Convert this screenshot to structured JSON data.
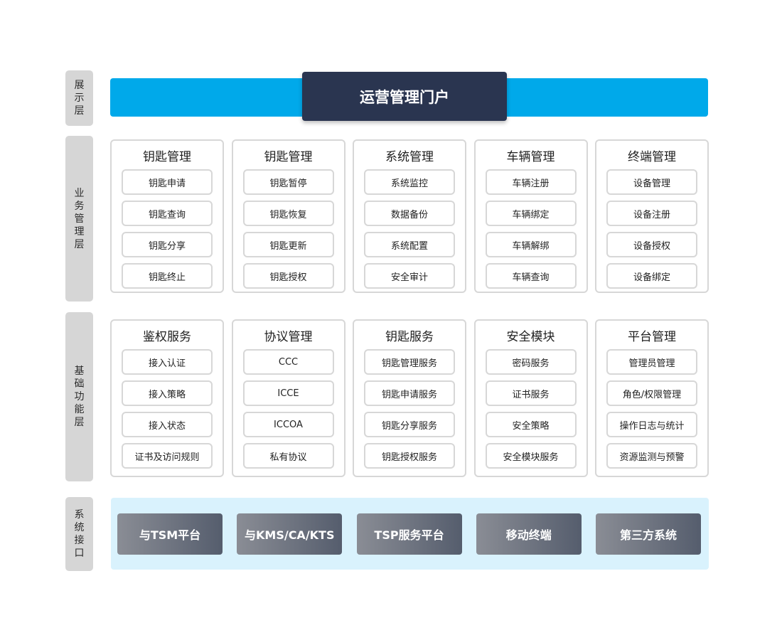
{
  "layers": [
    {
      "label": "展示层"
    },
    {
      "label": "业务管理层"
    },
    {
      "label": "基础功能层"
    },
    {
      "label": "系统接口"
    }
  ],
  "portal": {
    "title": "运营管理门户"
  },
  "business_modules": [
    {
      "title": "钥匙管理",
      "items": [
        "钥匙申请",
        "钥匙查询",
        "钥匙分享",
        "钥匙终止"
      ]
    },
    {
      "title": "钥匙管理",
      "items": [
        "钥匙暂停",
        "钥匙恢复",
        "钥匙更新",
        "钥匙授权"
      ]
    },
    {
      "title": "系统管理",
      "items": [
        "系统监控",
        "数据备份",
        "系统配置",
        "安全审计"
      ]
    },
    {
      "title": "车辆管理",
      "items": [
        "车辆注册",
        "车辆绑定",
        "车辆解绑",
        "车辆查询"
      ]
    },
    {
      "title": "终端管理",
      "items": [
        "设备管理",
        "设备注册",
        "设备授权",
        "设备绑定"
      ]
    }
  ],
  "foundation_modules": [
    {
      "title": "鉴权服务",
      "items": [
        "接入认证",
        "接入策略",
        "接入状态",
        "证书及访问规则"
      ]
    },
    {
      "title": "协议管理",
      "items": [
        "CCC",
        "ICCE",
        "ICCOA",
        "私有协议"
      ]
    },
    {
      "title": "钥匙服务",
      "items": [
        "钥匙管理服务",
        "钥匙申请服务",
        "钥匙分享服务",
        "钥匙授权服务"
      ]
    },
    {
      "title": "安全模块",
      "items": [
        "密码服务",
        "证书服务",
        "安全策略",
        "安全模块服务"
      ]
    },
    {
      "title": "平台管理",
      "items": [
        "管理员管理",
        "角色/权限管理",
        "操作日志与统计",
        "资源监测与预警"
      ]
    }
  ],
  "interfaces": [
    "与TSM平台",
    "与KMS/CA/KTS",
    "TSP服务平台",
    "移动终端",
    "第三方系统"
  ],
  "colors": {
    "portal_bar": "#00a9ea",
    "portal_box": "#2a3550",
    "layer_label_bg": "#d6d6d6",
    "interface_zone": "#d9f2fd",
    "interface_box_from": "#8a8d95",
    "interface_box_to": "#555d6d"
  }
}
